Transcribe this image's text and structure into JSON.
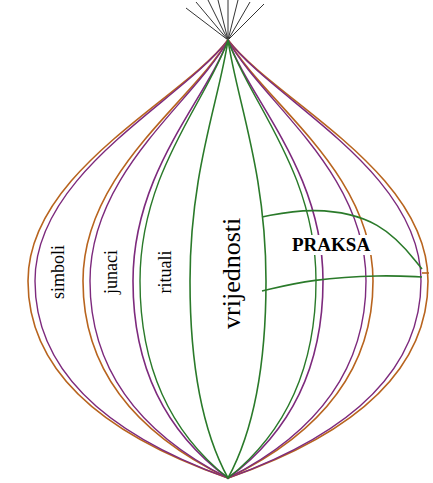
{
  "diagram": {
    "nodes": [
      {
        "text": [
          "simboli"
        ]
      },
      {
        "text": [
          "junaci"
        ],
        "in": 0
      },
      {
        "text": [
          "rituali"
        ],
        "in": 1
      },
      {
        "text": [
          "vrijednosti"
        ],
        "in": 2
      },
      {
        "text": [
          "PRAKSA"
        ]
      }
    ]
  }
}
